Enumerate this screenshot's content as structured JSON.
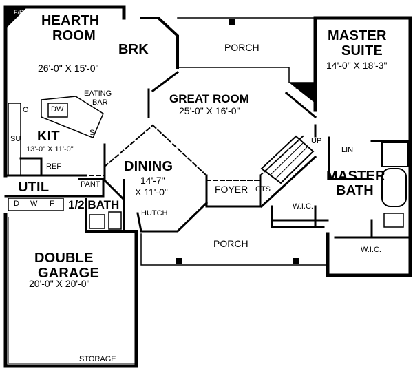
{
  "rooms": {
    "hearth_room": {
      "name_line1": "HEARTH",
      "name_line2": "ROOM",
      "dims": "26'-0\" X 15'-0\""
    },
    "brk": {
      "name": "BRK"
    },
    "fp_top_left": "F/P",
    "eating_bar": {
      "line1": "EATING",
      "line2": "BAR"
    },
    "dw": "DW",
    "s": "S",
    "o": "O",
    "su": "SU",
    "kit": {
      "name": "KIT",
      "dims": "13'-0\" X 11'-0\""
    },
    "ref": "REF",
    "porch_top": "PORCH",
    "great_room": {
      "name": "GREAT ROOM",
      "dims": "25'-0\" X 16'-0\""
    },
    "fp_great_room": "F/P",
    "master_suite": {
      "name_line1": "MASTER",
      "name_line2": "SUITE",
      "dims": "14'-0\" X 18'-3\""
    },
    "up": "UP",
    "lin": "LIN",
    "dining": {
      "name": "DINING",
      "dims_line1": "14'-7\"",
      "dims_line2": "X 11'-0\""
    },
    "pant": "PANT",
    "util": {
      "name": "UTIL"
    },
    "washer_dryer": {
      "d": "D",
      "w": "W",
      "f": "F"
    },
    "half_bath": "1/2 BATH",
    "hutch": "HUTCH",
    "foyer": "FOYER",
    "cts": "CTS",
    "master_bath": {
      "name_line1": "MASTER",
      "name_line2": "BATH"
    },
    "wic_left": "W.I.C.",
    "wic_right": "W.I.C.",
    "porch_bottom": "PORCH",
    "garage": {
      "name_line1": "DOUBLE",
      "name_line2": "GARAGE",
      "dims": "20'-0\" X 20'-0\""
    },
    "storage": "STORAGE"
  }
}
